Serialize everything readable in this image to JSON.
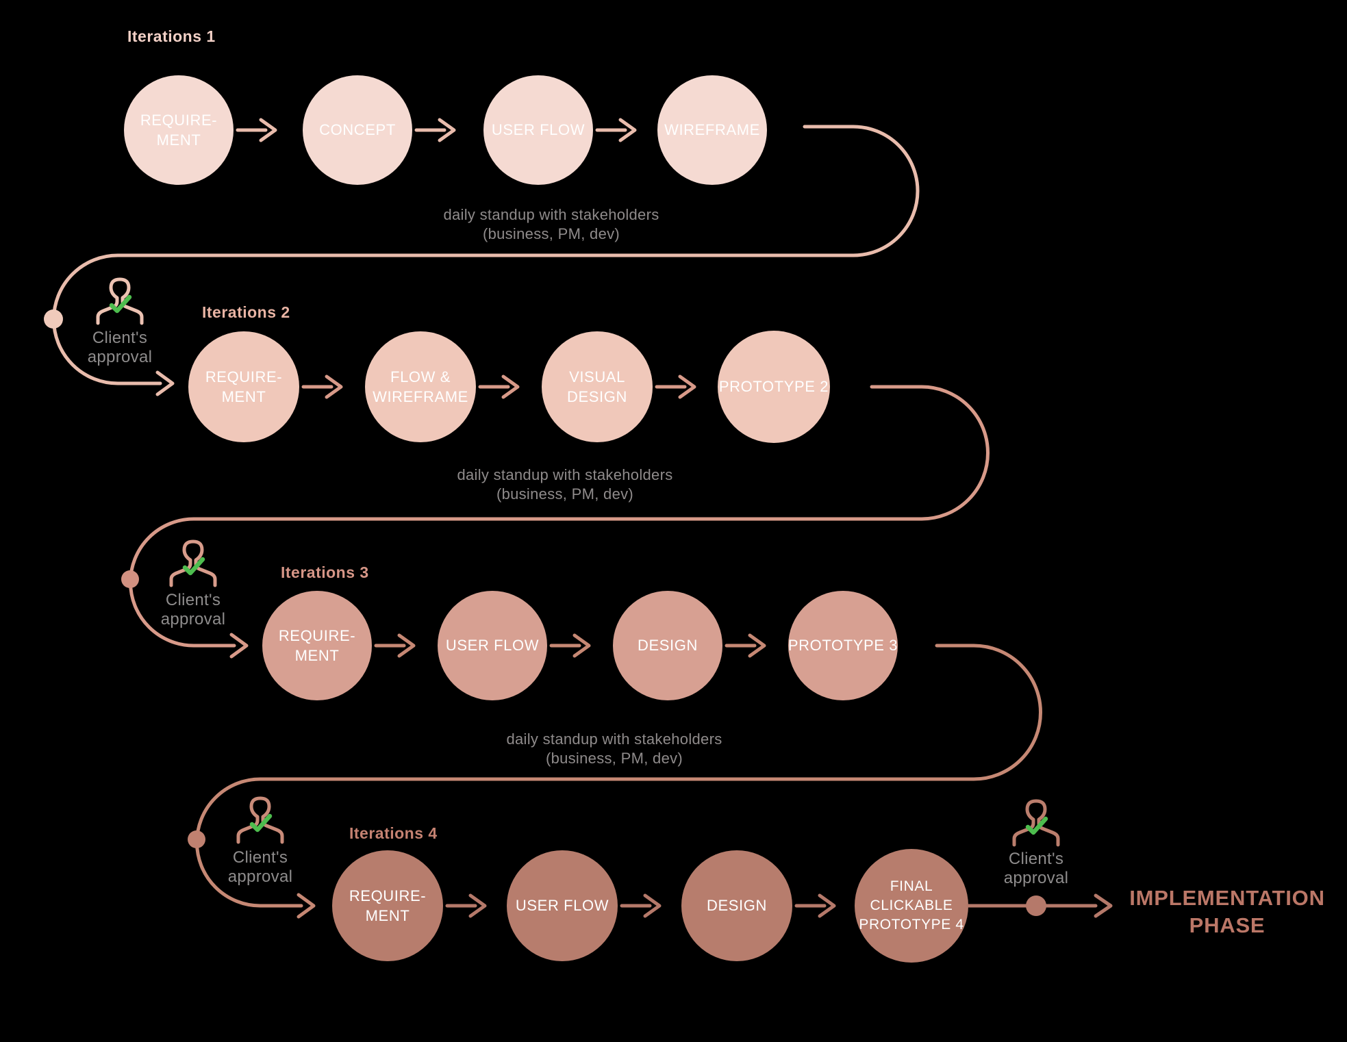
{
  "colors": {
    "background": "#000000",
    "circle_text": "#ffffff",
    "note_text": "#8f8b8b",
    "approval_text": "#8e8c8c",
    "check": "#4dbd4e"
  },
  "note": {
    "line1": "daily standup with stakeholders",
    "line2": "(business, PM, dev)"
  },
  "approval": {
    "line1": "Client's",
    "line2": "approval"
  },
  "iterations": [
    {
      "label": "Iterations 1",
      "label_color": "#f3d1c7",
      "circle_color": "#f5dad2",
      "line_color": "#e9bcac",
      "icon_color": "#ecc2b2",
      "dot_color": "#f0cabb",
      "circles": [
        {
          "lines": [
            "REQUIRE-",
            "MENT"
          ]
        },
        {
          "lines": [
            "CONCEPT"
          ]
        },
        {
          "lines": [
            "USER FLOW"
          ]
        },
        {
          "lines": [
            "WIREFRAME"
          ]
        }
      ]
    },
    {
      "label": "Iterations 2",
      "label_color": "#e9b4a4",
      "circle_color": "#f0c8ba",
      "line_color": "#d89a89",
      "icon_color": "#d89c8b",
      "dot_color": "#d29181",
      "circles": [
        {
          "lines": [
            "REQUIRE-",
            "MENT"
          ]
        },
        {
          "lines": [
            "FLOW &",
            "WIREFRAME"
          ]
        },
        {
          "lines": [
            "VISUAL",
            "DESIGN"
          ]
        },
        {
          "lines": [
            "PROTOTYPE 2"
          ]
        }
      ]
    },
    {
      "label": "Iterations 3",
      "label_color": "#d69687",
      "circle_color": "#d7a092",
      "line_color": "#c68874",
      "icon_color": "#c98b79",
      "dot_color": "#c08170",
      "circles": [
        {
          "lines": [
            "REQUIRE-",
            "MENT"
          ]
        },
        {
          "lines": [
            "USER FLOW"
          ]
        },
        {
          "lines": [
            "DESIGN"
          ]
        },
        {
          "lines": [
            "PROTOTYPE 3"
          ]
        }
      ]
    },
    {
      "label": "Iterations 4",
      "label_color": "#c58272",
      "circle_color": "#b77d6d",
      "line_color": "#b5796a",
      "icon_color": "#bb7e6d",
      "dot_color": "#b5796a",
      "circles": [
        {
          "lines": [
            "REQUIRE-",
            "MENT"
          ]
        },
        {
          "lines": [
            "USER FLOW"
          ]
        },
        {
          "lines": [
            "DESIGN"
          ]
        },
        {
          "lines": [
            "FINAL",
            "CLICKABLE",
            "PROTOTYPE 4"
          ]
        }
      ]
    }
  ],
  "final": {
    "line1": "IMPLEMENTATION",
    "line2": "PHASE",
    "color": "#bb7767",
    "line_color": "#b5796a",
    "dot_color": "#b5796a",
    "icon_color": "#bb7e6d"
  }
}
